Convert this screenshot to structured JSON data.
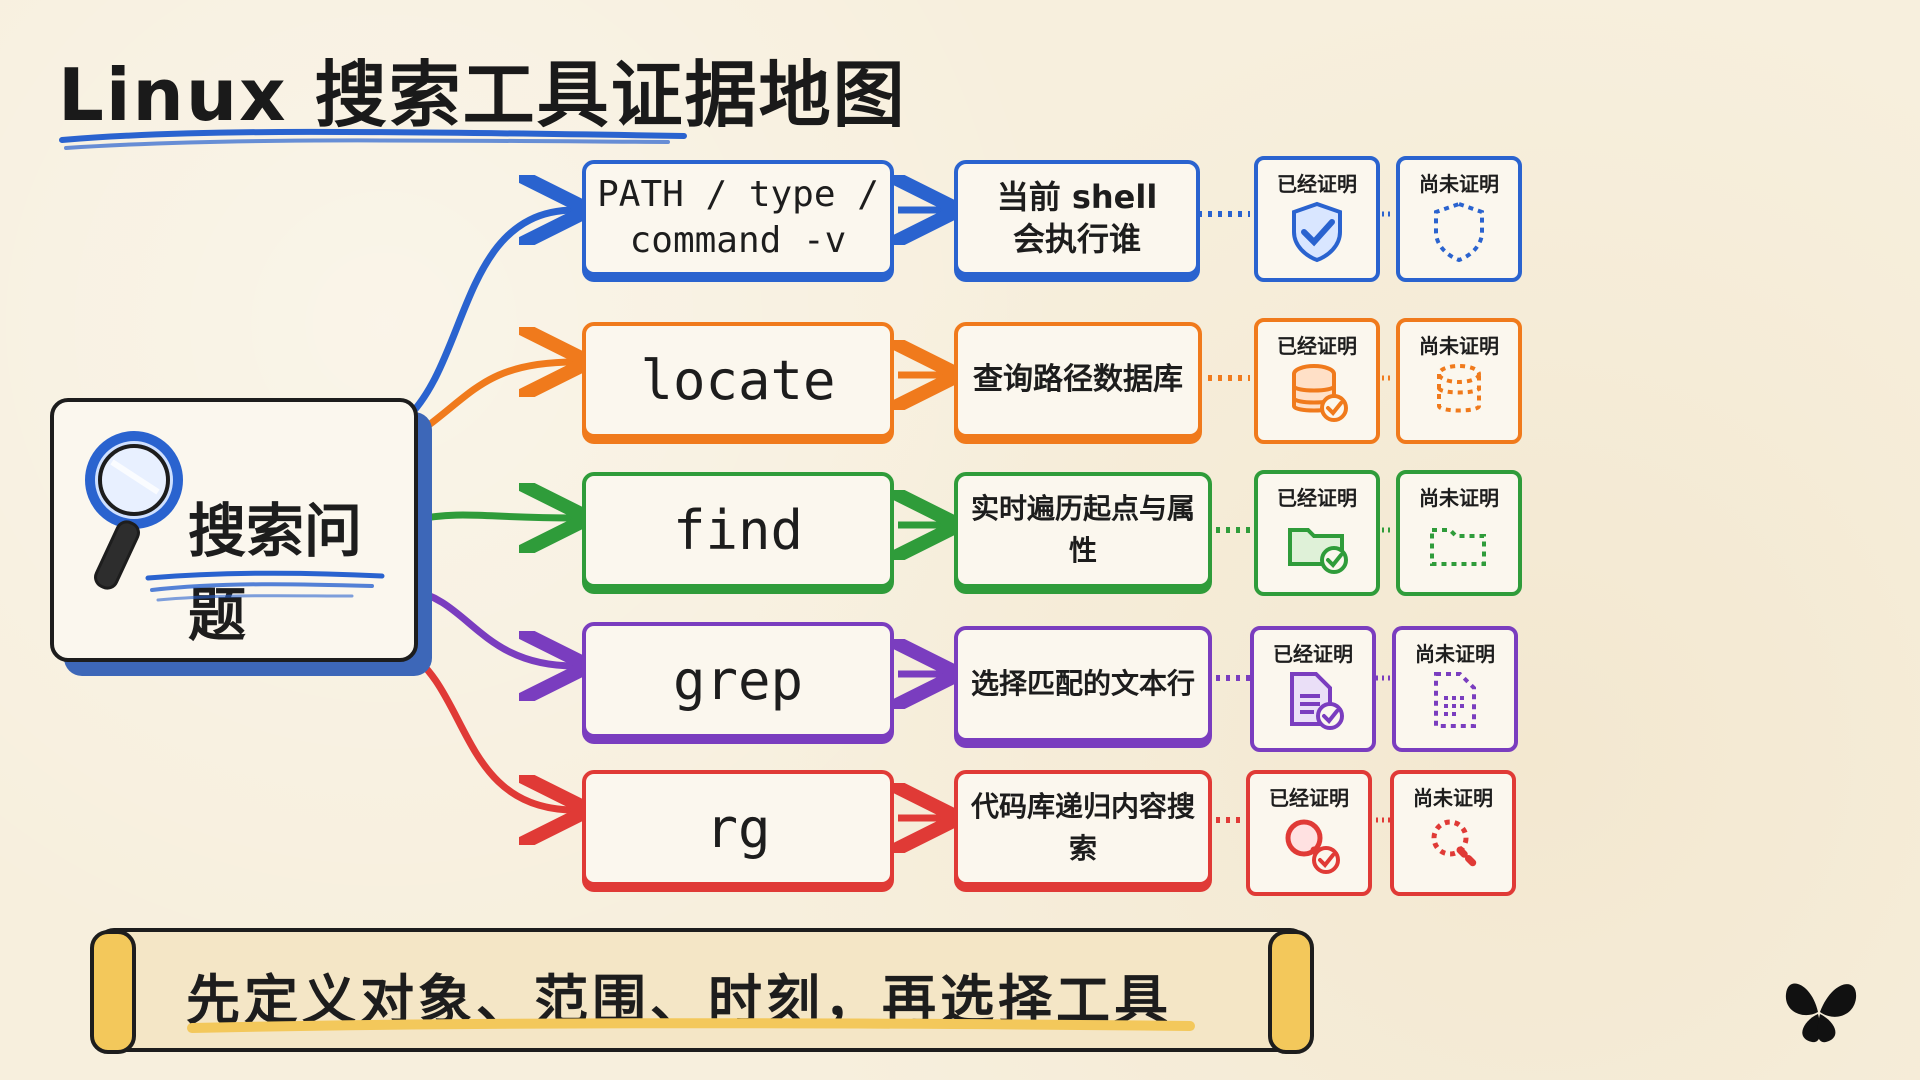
{
  "title": "Linux 搜索工具证据地图",
  "problem": {
    "label": "搜索问题"
  },
  "badges": {
    "proven": "已经证明",
    "unproven": "尚未证明"
  },
  "rows": [
    {
      "tool": "PATH / type /\ncommand -v",
      "desc": "当前 shell\n会执行谁",
      "color": "#2a63cf",
      "icon": "shield-icon"
    },
    {
      "tool": "locate",
      "desc": "查询路径数据库",
      "color": "#f07a1c",
      "icon": "database-icon"
    },
    {
      "tool": "find",
      "desc": "实时遍历起点与属性",
      "color": "#2f9c3a",
      "icon": "folder-icon"
    },
    {
      "tool": "grep",
      "desc": "选择匹配的文本行",
      "color": "#7a3dbf",
      "icon": "document-icon"
    },
    {
      "tool": "rg",
      "desc": "代码库递归内容搜索",
      "color": "#e03a36",
      "icon": "magnifier-icon"
    }
  ],
  "banner": {
    "text": "先定义对象、范围、时刻，再选择工具"
  }
}
